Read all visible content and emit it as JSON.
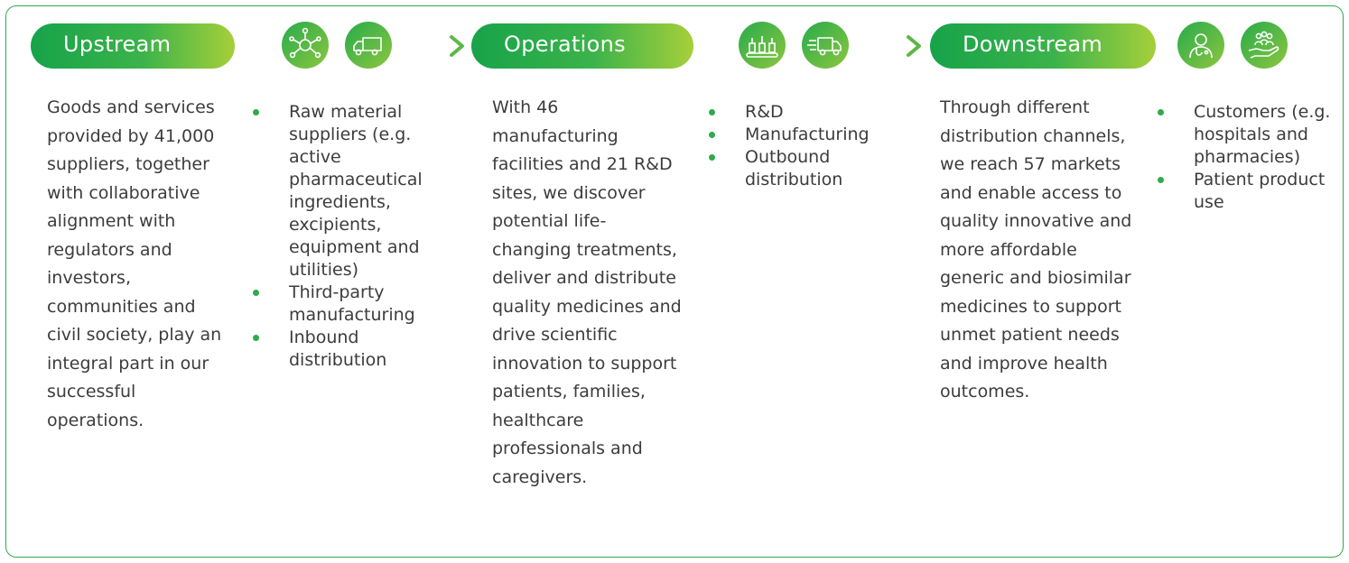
{
  "accent_colors": {
    "green": "#2eab4a",
    "lime": "#a6cf3a"
  },
  "stages": [
    {
      "title": "Upstream",
      "description": "Goods and services provided by 41,000 suppliers, together with collaborative alignment with regulators and investors, communities and civil society, play an integral part in our successful operations.",
      "icons": [
        "molecule-icon",
        "delivery-truck-icon"
      ],
      "bullets": [
        "Raw material suppliers (e.g. active pharmaceutical ingredients, excipients, equipment and utilities)",
        "Third-party manufacturing",
        "Inbound distribution"
      ]
    },
    {
      "title": "Operations",
      "description": "With 46 manufacturing facilities and 21 R&D sites, we discover potential life-changing treatments, deliver and distribute quality medicines and drive scientific innovation to support patients, families, healthcare professionals and caregivers.",
      "icons": [
        "production-line-icon",
        "fast-delivery-truck-icon"
      ],
      "bullets": [
        "R&D",
        "Manufacturing",
        "Outbound distribution"
      ]
    },
    {
      "title": "Downstream",
      "description": "Through different distribution channels, we reach 57 markets and enable access to quality innovative and more affordable generic and biosimilar medicines to support unmet patient needs and improve health outcomes.",
      "icons": [
        "doctor-icon",
        "people-in-hand-icon"
      ],
      "bullets": [
        "Customers (e.g. hospitals and pharmacies)",
        "Patient product use"
      ]
    }
  ]
}
